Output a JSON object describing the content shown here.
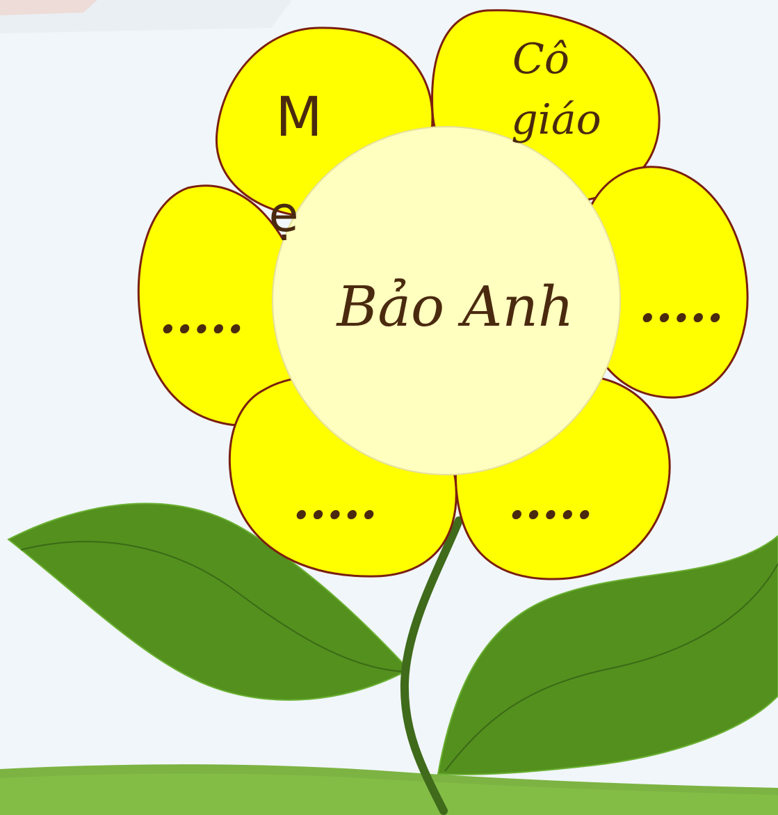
{
  "flower": {
    "center_label": "Bảo Anh",
    "petals": {
      "top_left": [
        "M",
        "ẹ"
      ],
      "top_right": [
        "Cô",
        "giáo"
      ],
      "left": ".....",
      "right": ".....",
      "bottom_left": ".....",
      "bottom_right": "....."
    }
  },
  "colors": {
    "background": "#f1f6fa",
    "petal_fill": "#ffff00",
    "petal_outline": "#7a1f10",
    "center_fill": "#ffffbf",
    "text": "#4a2a0f",
    "leaf": "#54901e",
    "stem": "#3f6b1b",
    "grass": "#7cb342"
  }
}
